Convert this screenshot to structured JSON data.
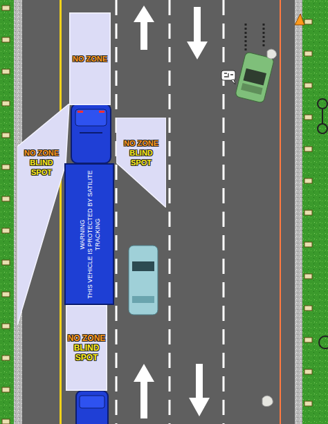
{
  "diagram": {
    "nodes": [
      {
        "text": [
          "NO ZONE"
        ]
      },
      {
        "text": [
          "NO ZONE",
          "BLIND SPOT"
        ]
      },
      {
        "text": [
          "NO ZONE",
          "BLIND SPOT"
        ]
      },
      {
        "text": [
          "WARNING",
          "THIS VEHICLE IS PROTECTED BY SATILITE TRACKING"
        ]
      },
      {
        "text": [
          "NO ZONE",
          "BLIND SPOT"
        ]
      }
    ]
  }
}
